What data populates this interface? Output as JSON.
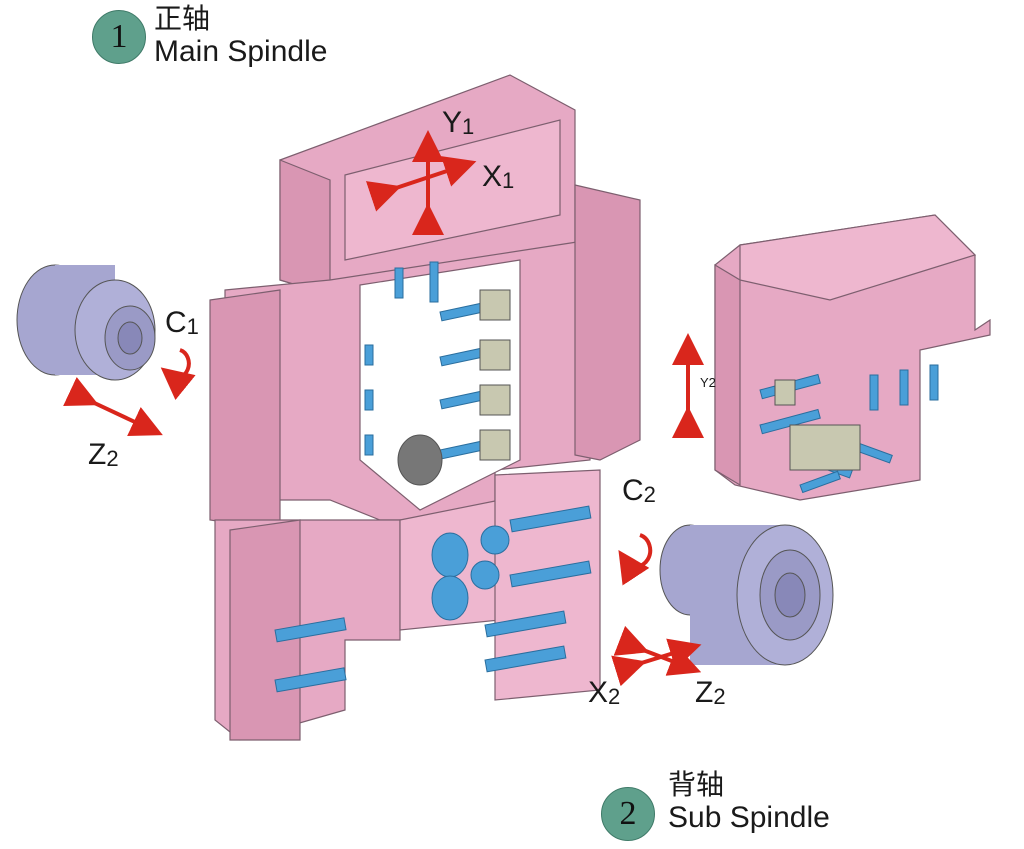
{
  "main_spindle": {
    "number": "1",
    "chinese": "正轴",
    "english": "Main Spindle"
  },
  "sub_spindle": {
    "number": "2",
    "chinese": "背轴",
    "english": "Sub Spindle"
  },
  "axes": {
    "y1": {
      "letter": "Y",
      "sub": "1"
    },
    "x1": {
      "letter": "X",
      "sub": "1"
    },
    "c1": {
      "letter": "C",
      "sub": "1"
    },
    "z2_left": {
      "letter": "Z",
      "sub": "2"
    },
    "y2": {
      "label": "Y2"
    },
    "c2": {
      "letter": "C",
      "sub": "2"
    },
    "x2": {
      "letter": "X",
      "sub": "2"
    },
    "z2_right": {
      "letter": "Z",
      "sub": "2"
    }
  },
  "colors": {
    "machine": "#e6a9c4",
    "edge": "#8a6a7a",
    "tool": "#4a9fd8",
    "spindle": "#a6a6d0",
    "arrow": "#d9261c",
    "badge": "#5fa08c"
  }
}
